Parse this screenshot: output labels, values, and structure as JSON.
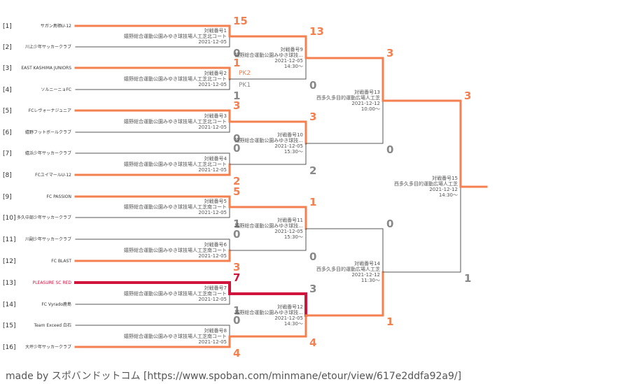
{
  "colors": {
    "win": "#f47f4f",
    "loss": "#888888",
    "highlight": "#d0143c",
    "line": "#555555"
  },
  "teams": [
    {
      "seed": "[1]",
      "name": "サガン鳥栖U-12"
    },
    {
      "seed": "[2]",
      "name": "川上少年サッカークラブ"
    },
    {
      "seed": "[3]",
      "name": "EAST KASHIMA JUNIORS"
    },
    {
      "seed": "[4]",
      "name": "ソルニーニョFC"
    },
    {
      "seed": "[5]",
      "name": "FCレヴォーナジュニア"
    },
    {
      "seed": "[6]",
      "name": "嬉野フットボールクラブ"
    },
    {
      "seed": "[7]",
      "name": "嬉浜少年サッカークラブ"
    },
    {
      "seed": "[8]",
      "name": "FCユイマールU-12"
    },
    {
      "seed": "[9]",
      "name": "FC PASSION"
    },
    {
      "seed": "[10]",
      "name": "多久中部少年サッカークラブ"
    },
    {
      "seed": "[11]",
      "name": "川副少年サッカークラブ"
    },
    {
      "seed": "[12]",
      "name": "FC BLAST"
    },
    {
      "seed": "[13]",
      "name": "PLEASURE SC RED"
    },
    {
      "seed": "[14]",
      "name": "FC Vyrado鹿島"
    },
    {
      "seed": "[15]",
      "name": "Team Exceed 白石"
    },
    {
      "seed": "[16]",
      "name": "大坪少年サッカークラブ"
    }
  ],
  "matches": [
    {
      "id": 1,
      "info": [
        "対戦番号1",
        "嬉野総合運動公園みゆき球技場人工芝北コート",
        "2021-12-05"
      ],
      "top": "15",
      "bottom": "0",
      "winner": "top"
    },
    {
      "id": 2,
      "info": [
        "対戦番号2",
        "嬉野総合運動公園みゆき球技場人工芝北コート",
        "2021-12-05"
      ],
      "top": "1",
      "bottom": "1",
      "winner": "top",
      "top_pk": "PK2",
      "bottom_pk": "PK1"
    },
    {
      "id": 3,
      "info": [
        "対戦番号3",
        "嬉野総合運動公園みゆき球技場人工芝北コート",
        "2021-12-05"
      ],
      "top": "3",
      "bottom": "0",
      "winner": "top"
    },
    {
      "id": 4,
      "info": [
        "対戦番号4",
        "嬉野総合運動公園みゆき球技場人工芝北コート",
        "2021-12-05"
      ],
      "top": "0",
      "bottom": "2",
      "winner": "bottom"
    },
    {
      "id": 5,
      "info": [
        "対戦番号5",
        "嬉野総合運動公園みゆき球技場人工芝南コート",
        "2021-12-05"
      ],
      "top": "5",
      "bottom": "1",
      "winner": "top"
    },
    {
      "id": 6,
      "info": [
        "対戦番号6",
        "嬉野総合運動公園みゆき球技場人工芝南コート",
        "2021-12-05"
      ],
      "top": "0",
      "bottom": "3",
      "winner": "bottom"
    },
    {
      "id": 7,
      "info": [
        "対戦番号7",
        "嬉野総合運動公園みゆき球技場人工芝南コート",
        "2021-12-05"
      ],
      "top": "7",
      "bottom": "1",
      "winner": "top",
      "highlight": "top"
    },
    {
      "id": 8,
      "info": [
        "対戦番号8",
        "嬉野総合運動公園みゆき球技場人工芝南コート",
        "2021-12-05"
      ],
      "top": "0",
      "bottom": "4",
      "winner": "bottom"
    },
    {
      "id": 9,
      "info": [
        "対戦番号9",
        "嬉野総合運動公園みゆき球技...",
        "2021-12-05",
        "14:30～"
      ],
      "top": "13",
      "bottom": "0",
      "winner": "top"
    },
    {
      "id": 10,
      "info": [
        "対戦番号10",
        "嬉野総合運動公園みゆき球技...",
        "2021-12-05",
        "15:30～"
      ],
      "top": "3",
      "bottom": "2",
      "winner": "top"
    },
    {
      "id": 11,
      "info": [
        "対戦番号11",
        "嬉野総合運動公園みゆき球技...",
        "2021-12-05",
        "15:30～"
      ],
      "top": "1",
      "bottom": "0",
      "winner": "top"
    },
    {
      "id": 12,
      "info": [
        "対戦番号12",
        "嬉野総合運動公園みゆき球技...",
        "2021-12-05",
        "14:30～"
      ],
      "top": "3",
      "bottom": "4",
      "winner": "bottom",
      "highlight": "top"
    },
    {
      "id": 13,
      "info": [
        "対戦番号13",
        "西多久多目的運動広場人工芝",
        "2021-12-12",
        "10:00～"
      ],
      "top": "3",
      "bottom": "0",
      "winner": "top"
    },
    {
      "id": 14,
      "info": [
        "対戦番号14",
        "西多久多目的運動広場人工芝",
        "2021-12-12",
        "11:30～"
      ],
      "top": "0",
      "bottom": "1",
      "winner": "bottom"
    },
    {
      "id": 15,
      "info": [
        "対戦番号15",
        "西多久多目的運動広場人工芝",
        "2021-12-12",
        "14:30～"
      ],
      "top": "3",
      "bottom": "1",
      "winner": "top"
    }
  ],
  "footer": "made by スポバンドットコム [https://www.spoban.com/minmane/etour/view/617e2ddfa92a9/]"
}
